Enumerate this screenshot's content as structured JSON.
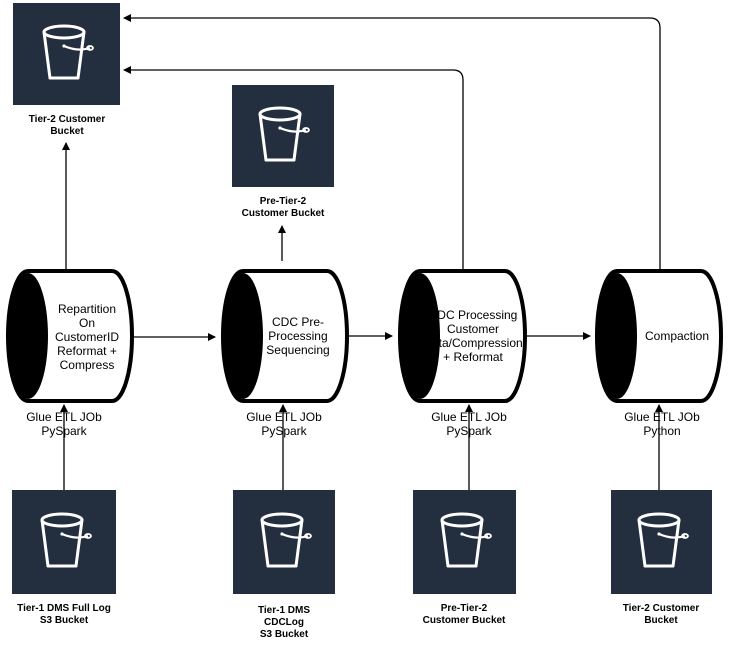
{
  "buckets": {
    "tier2_top": {
      "label_line1": "Tier-2 Customer",
      "label_line2": "Bucket",
      "icon": "s3-bucket-icon"
    },
    "pre_tier2_top": {
      "label_line1": "Pre-Tier-2",
      "label_line2": "Customer Bucket",
      "icon": "s3-bucket-icon"
    },
    "tier1_full": {
      "label_line1": "Tier-1 DMS Full Log",
      "label_line2": "S3 Bucket",
      "icon": "s3-bucket-icon"
    },
    "tier1_cdc": {
      "label_line1": "Tier-1 DMS",
      "label_line2": "CDCLog",
      "label_line3": "S3 Bucket",
      "icon": "s3-bucket-icon"
    },
    "pre_tier2_bottom": {
      "label_line1": "Pre-Tier-2",
      "label_line2": "Customer Bucket",
      "icon": "s3-bucket-icon"
    },
    "tier2_bottom": {
      "label_line1": "Tier-2 Customer",
      "label_line2": "Bucket",
      "icon": "s3-bucket-icon"
    }
  },
  "jobs": [
    {
      "lines": [
        "Repartition",
        "On",
        "CustomerID",
        "Reformat +",
        "Compress"
      ],
      "label_line1": "Glue ETL JOb",
      "label_line2": "PySpark"
    },
    {
      "lines": [
        "CDC Pre-",
        "Processing",
        "Sequencing"
      ],
      "label_line1": "Glue ETL JOb",
      "label_line2": "PySpark"
    },
    {
      "lines": [
        "CDC Processing",
        "Customer",
        "Data/Compression",
        "+ Reformat"
      ],
      "label_line1": "Glue ETL JOb",
      "label_line2": "PySpark"
    },
    {
      "lines": [
        "Compaction"
      ],
      "label_line1": "Glue ETL JOb",
      "label_line2": "Python"
    }
  ],
  "colors": {
    "bucket_bg": "#232f3e",
    "bucket_stroke": "#ffffff",
    "cylinder_fill": "#000000",
    "line": "#000000"
  }
}
